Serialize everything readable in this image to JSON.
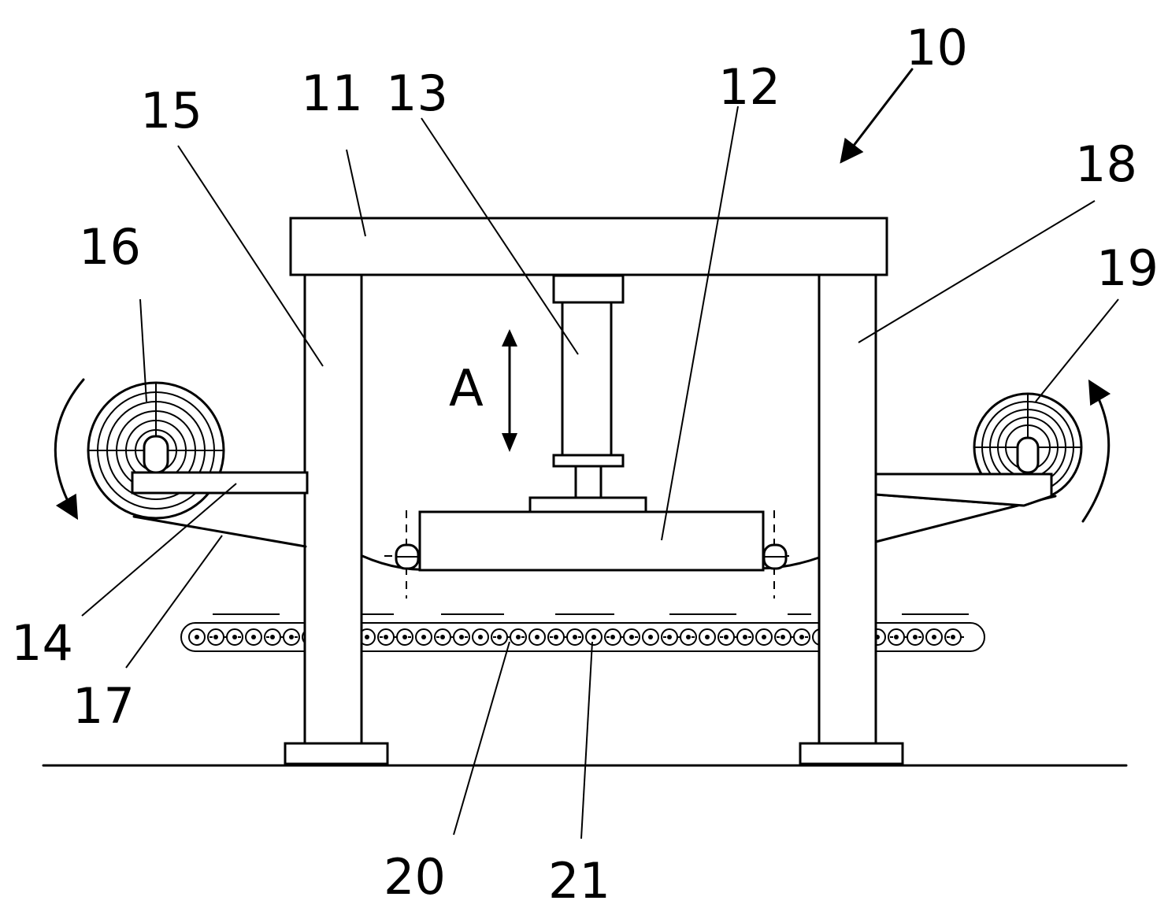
{
  "labels": {
    "l10": "10",
    "l11": "11",
    "l12": "12",
    "l13": "13",
    "l14": "14",
    "l15": "15",
    "l16": "16",
    "l17": "17",
    "l18": "18",
    "l19": "19",
    "l20": "20",
    "l21": "21",
    "dirA": "A"
  }
}
